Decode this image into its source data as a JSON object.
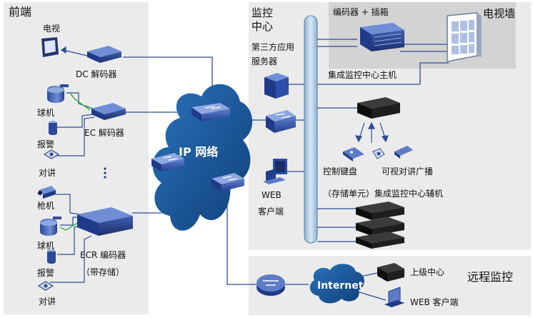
{
  "sections": {
    "front_end": "前端",
    "monitor_center_line1": "监控",
    "monitor_center_line2": "中心",
    "tv_wall": "电视墙",
    "remote_monitor": "远程监控"
  },
  "network": {
    "ip_network": "IP 网络",
    "internet": "Internet"
  },
  "front_end_devices": {
    "tv": "电视",
    "dc_decoder": "DC 解码器",
    "dome_camera_1": "球机",
    "ec_encoder": "EC 解码器",
    "alarm_1": "报警",
    "intercom_1": "对讲",
    "bullet_camera": "枪机",
    "dome_camera_2": "球机",
    "ecr_encoder": "ECR 编码器",
    "ecr_storage": "（带存储）",
    "alarm_2": "报警",
    "intercom_2": "对讲"
  },
  "center_devices": {
    "encoder_chassis": "编码器 + 插箱",
    "third_party_line1": "第三方应用",
    "third_party_line2": "服务器",
    "main_host": "集成监控中心主机",
    "control_keyboard": "控制键盘",
    "video_intercom": "可视对讲广播",
    "web_client_line1": "WEB",
    "web_client_line2": "客户端",
    "aux_host": "（存储单元）集成监控中心辅机"
  },
  "remote_devices": {
    "upper_center": "上级中心",
    "web_client": "WEB 客户端"
  },
  "colors": {
    "panel": "#ebebeb",
    "panel_dark": "#d3d3d3",
    "cloud": "#1c5d9e",
    "line": "#2a4f93",
    "bus": "#b8cee3"
  }
}
